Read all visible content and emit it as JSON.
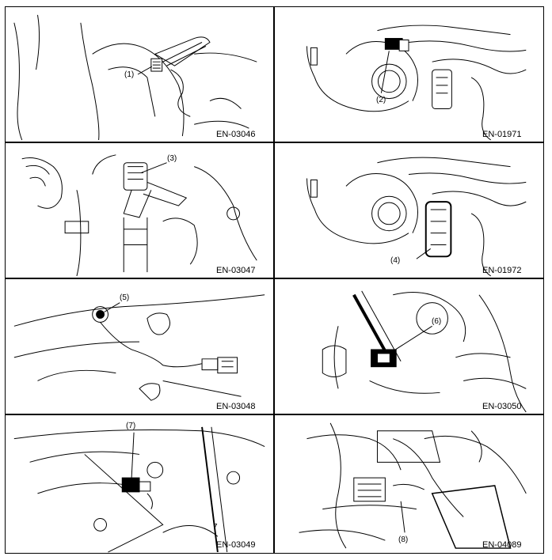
{
  "panels": [
    {
      "code": "EN-03046",
      "callout": "(1)"
    },
    {
      "code": "EN-01971",
      "callout": "(2)"
    },
    {
      "code": "EN-03047",
      "callout": "(3)"
    },
    {
      "code": "EN-01972",
      "callout": "(4)"
    },
    {
      "code": "EN-03048",
      "callout": "(5)"
    },
    {
      "code": "EN-03050",
      "callout": "(6)"
    },
    {
      "code": "EN-03049",
      "callout": "(7)",
      "extra": "7"
    },
    {
      "code": "EN-04089",
      "callout": "(8)"
    }
  ]
}
